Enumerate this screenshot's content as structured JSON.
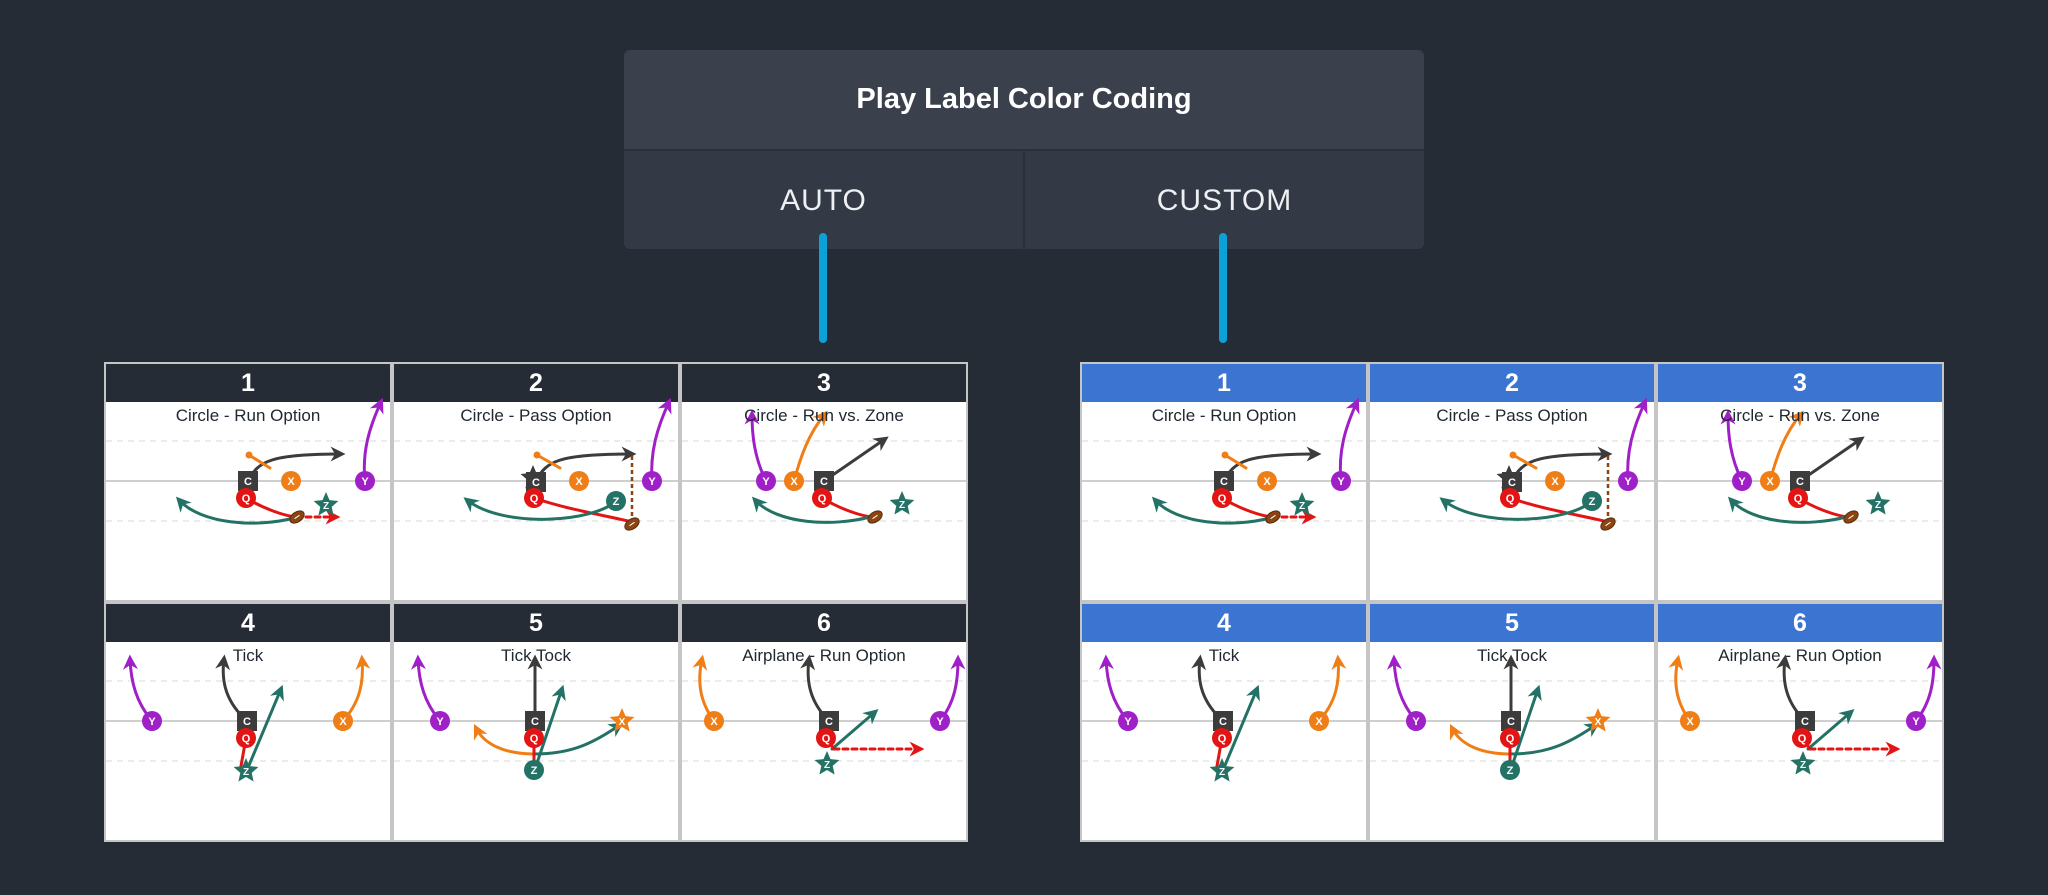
{
  "header": {
    "title": "Play Label Color Coding",
    "tabs": [
      "AUTO",
      "CUSTOM"
    ]
  },
  "colors": {
    "background": "#262c36",
    "connector": "#0aa2d8",
    "auto_header": "#262c36",
    "custom_header": "#3b74d1",
    "Y": "#a020c8",
    "X": "#f07e16",
    "C": "#3c3c3c",
    "Q": "#e31414",
    "Z": "#237265",
    "ball": "#8b4513"
  },
  "grids": [
    {
      "name": "auto",
      "plays": [
        {
          "number": "1",
          "title": "Circle - Run Option"
        },
        {
          "number": "2",
          "title": "Circle - Pass Option"
        },
        {
          "number": "3",
          "title": "Circle - Run vs. Zone"
        },
        {
          "number": "4",
          "title": "Tick"
        },
        {
          "number": "5",
          "title": "Tick Tock"
        },
        {
          "number": "6",
          "title": "Airplane - Run Option"
        }
      ]
    },
    {
      "name": "custom",
      "plays": [
        {
          "number": "1",
          "title": "Circle - Run Option"
        },
        {
          "number": "2",
          "title": "Circle - Pass Option"
        },
        {
          "number": "3",
          "title": "Circle - Run vs. Zone"
        },
        {
          "number": "4",
          "title": "Tick"
        },
        {
          "number": "5",
          "title": "Tick Tock"
        },
        {
          "number": "6",
          "title": "Airplane - Run Option"
        }
      ]
    }
  ],
  "player_labels": {
    "Q": "Q",
    "C": "C",
    "X": "X",
    "Y": "Y",
    "Z": "Z"
  }
}
